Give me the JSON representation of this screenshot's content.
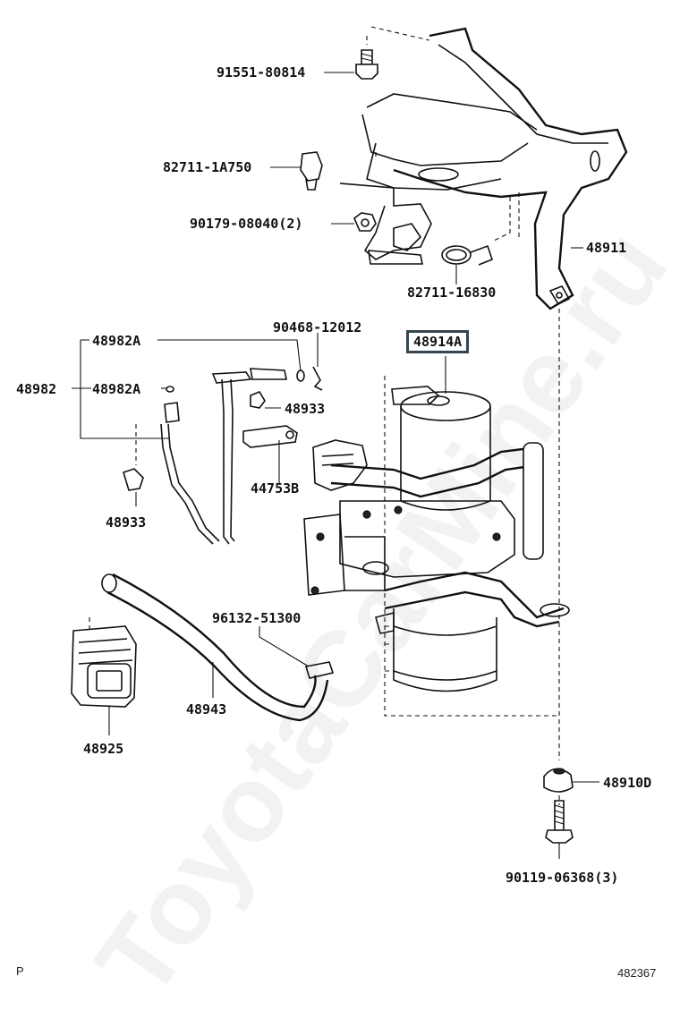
{
  "watermark": "ToyotaCarMine.ru",
  "footer": {
    "left": "P",
    "right": "482367"
  },
  "labels": {
    "p91551": "91551-80814",
    "p82711a": "82711-1A750",
    "p90179": "90179-08040(2)",
    "p48911": "48911",
    "p82711b": "82711-16830",
    "p90468": "90468-12012",
    "p48914a": "48914A",
    "p48982a_top": "48982A",
    "p48982": "48982",
    "p48982a_mid": "48982A",
    "p48933_right": "48933",
    "p44753b": "44753B",
    "p48933_left": "48933",
    "p96132": "96132-51300",
    "p48943": "48943",
    "p48925": "48925",
    "p48910d": "48910D",
    "p90119": "90119-06368(3)"
  }
}
